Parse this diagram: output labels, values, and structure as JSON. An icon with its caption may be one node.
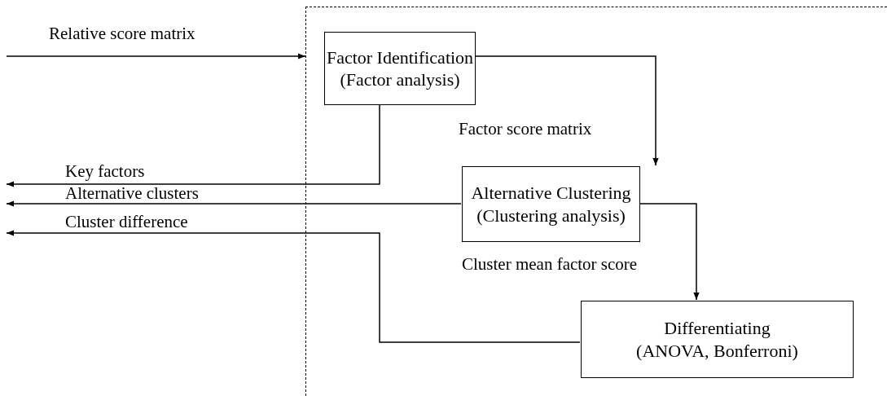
{
  "diagram": {
    "nodes": [
      {
        "text": [],
        "shape": "box"
      },
      {
        "text": [
          "Factor Identification",
          "(Factor analysis)"
        ],
        "in": 0
      },
      {
        "text": [
          "Alternative Clustering",
          "(Clustering analysis)"
        ],
        "in": 0
      },
      {
        "text": [
          "Differentiating",
          "(ANOVA, Bonferroni)"
        ],
        "in": 0
      }
    ],
    "edges": [
      {
        "from": null,
        "to": 0,
        "arrow": "to",
        "label": "Relative score matrix"
      },
      {
        "from": 1,
        "to": 2,
        "arrow": "to",
        "label": "Factor score matrix"
      },
      {
        "from": 2,
        "to": 3,
        "arrow": "to",
        "label": "Cluster mean factor score"
      },
      {
        "from": 1,
        "to": null,
        "arrow": "to",
        "label": "Key factors"
      },
      {
        "from": 2,
        "to": null,
        "arrow": "to",
        "label": "Alternative clusters"
      },
      {
        "from": 3,
        "to": null,
        "arrow": "to",
        "label": "Cluster difference"
      }
    ]
  }
}
